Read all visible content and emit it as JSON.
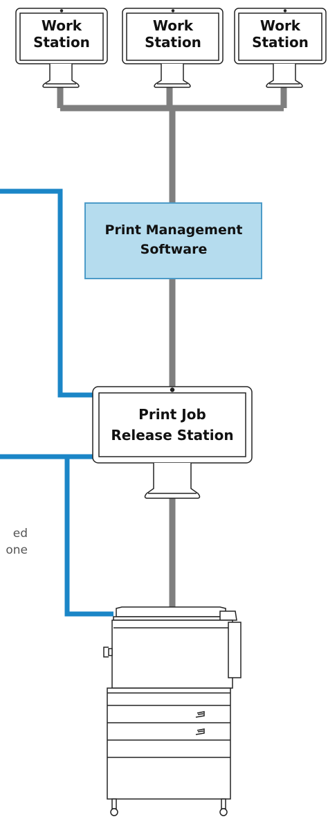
{
  "workstations": [
    {
      "line1": "Work",
      "line2": "Station"
    },
    {
      "line1": "Work",
      "line2": "Station"
    },
    {
      "line1": "Work",
      "line2": "Station"
    }
  ],
  "print_management": {
    "line1": "Print Management",
    "line2": "Software"
  },
  "release_station": {
    "line1": "Print Job",
    "line2": "Release Station"
  },
  "side_text": {
    "line1": "ed",
    "line2": "one"
  },
  "colors": {
    "network_line": "#7f7f7f",
    "blue_line": "#1b86c7",
    "software_box_fill": "#b5dcee",
    "software_box_border": "#4c9bc8",
    "outline": "#222222"
  }
}
